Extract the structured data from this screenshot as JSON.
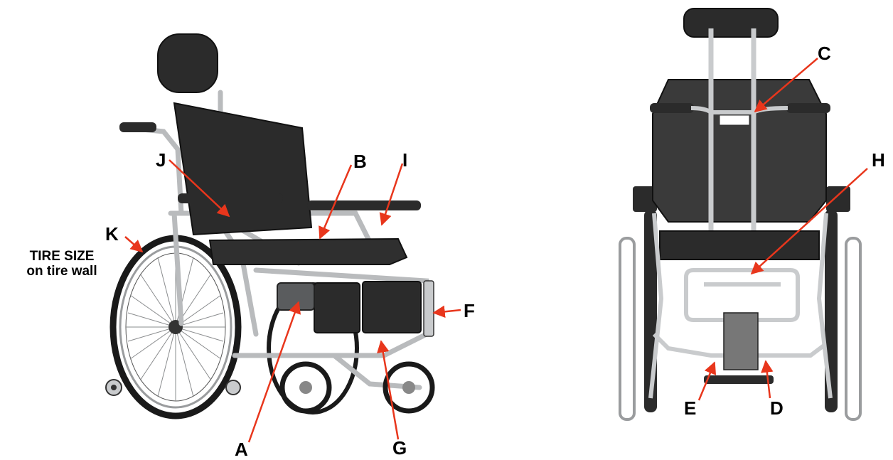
{
  "diagram": {
    "labels": {
      "a": "A",
      "b": "B",
      "c": "C",
      "d": "D",
      "e": "E",
      "f": "F",
      "g": "G",
      "h": "H",
      "i": "I",
      "j": "J",
      "k": "K"
    },
    "tire_note": {
      "line1": "TIRE SIZE",
      "line2": "on tire wall"
    },
    "colors": {
      "arrow": "#e8361c",
      "frame": "#c9cbcd",
      "upholstery": "#2b2b2b",
      "outline": "#1a1a1a"
    }
  }
}
